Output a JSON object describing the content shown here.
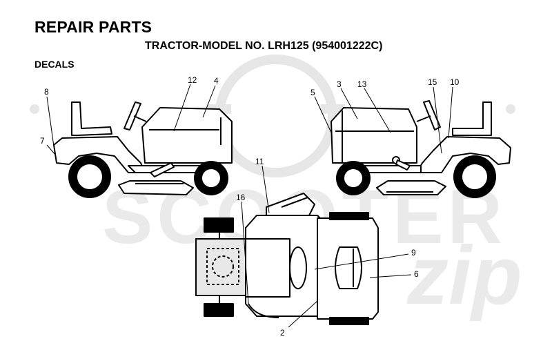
{
  "header": {
    "title": "REPAIR PARTS",
    "subtitle": "TRACTOR-MODEL NO. LRH125 (954001222C)",
    "section": "DECALS"
  },
  "watermark": {
    "text": "SCOOTER",
    "script": "zip"
  },
  "callouts": {
    "c8": "8",
    "c7": "7",
    "c12": "12",
    "c4": "4",
    "c5": "5",
    "c3": "3",
    "c13": "13",
    "c15": "15",
    "c10": "10",
    "c11": "11",
    "c16": "16",
    "c9": "9",
    "c6": "6",
    "c2": "2"
  },
  "colors": {
    "line": "#000000",
    "shade": "#e4e4e4",
    "watermark": "#cccccc"
  }
}
